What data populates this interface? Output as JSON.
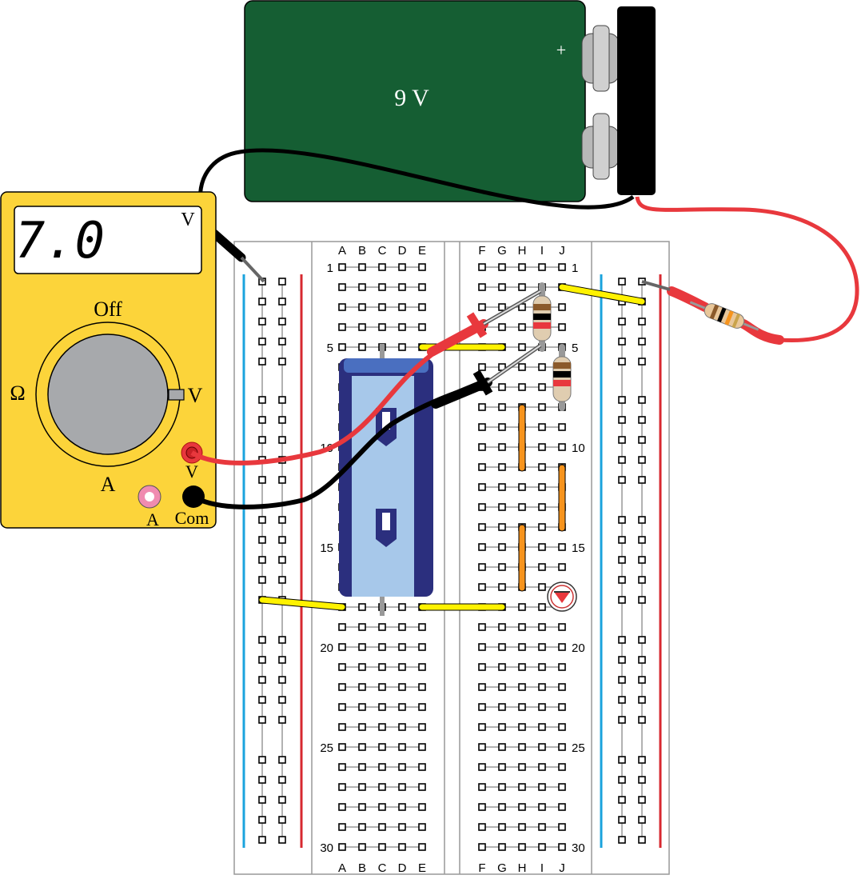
{
  "battery": {
    "label": "9 V",
    "plus": "+",
    "color": "#155e33"
  },
  "multimeter": {
    "reading": "7.0",
    "unit": "V",
    "dial": {
      "off": "Off",
      "ohm": "Ω",
      "volt": "V",
      "amp": "A",
      "selected": "V"
    },
    "jacks": {
      "volt": "V",
      "amp": "A",
      "com": "Com"
    },
    "color": "#fcd43a"
  },
  "breadboard": {
    "columns_left": [
      "A",
      "B",
      "C",
      "D",
      "E"
    ],
    "columns_right": [
      "F",
      "G",
      "H",
      "I",
      "J"
    ],
    "row_labels": [
      "1",
      "5",
      "10",
      "15",
      "20",
      "25",
      "30"
    ]
  },
  "colors": {
    "wire_yellow": "#fff200",
    "wire_orange": "#f7941d",
    "probe_red": "#e8383d",
    "probe_black": "#000000",
    "rail_blue": "#1aa3dd",
    "rail_red": "#d7282f",
    "capacitor_dark": "#2b2f7e",
    "capacitor_light": "#a7c8ea"
  }
}
